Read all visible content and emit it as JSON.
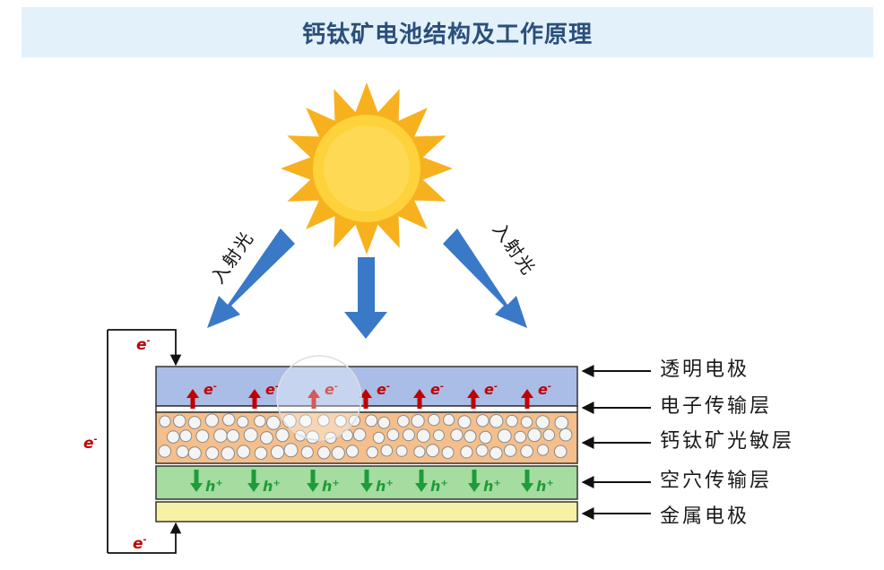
{
  "title": "钙钛矿电池结构及工作原理",
  "incident_light_left": "入射光",
  "incident_light_right": "入射光",
  "electron_symbol": "e",
  "electron_sup": "-",
  "hole_symbol": "h",
  "hole_sup": "+",
  "layers": [
    {
      "label": "透明电极",
      "color": "#a9bde6"
    },
    {
      "label": "电子传输层",
      "color": "#ffffff"
    },
    {
      "label": "钙钛矿光敏层",
      "color": "#f4bf8c"
    },
    {
      "label": "空穴传输层",
      "color": "#a5dca0"
    },
    {
      "label": "金属电极",
      "color": "#f7f1a6"
    }
  ],
  "colors": {
    "sun": "#fdd23a",
    "sun_rays": "#f7b11e",
    "arrow_blue": "#3a78c8",
    "electron_arrow": "#c00000",
    "hole_arrow": "#1e9b3a"
  }
}
